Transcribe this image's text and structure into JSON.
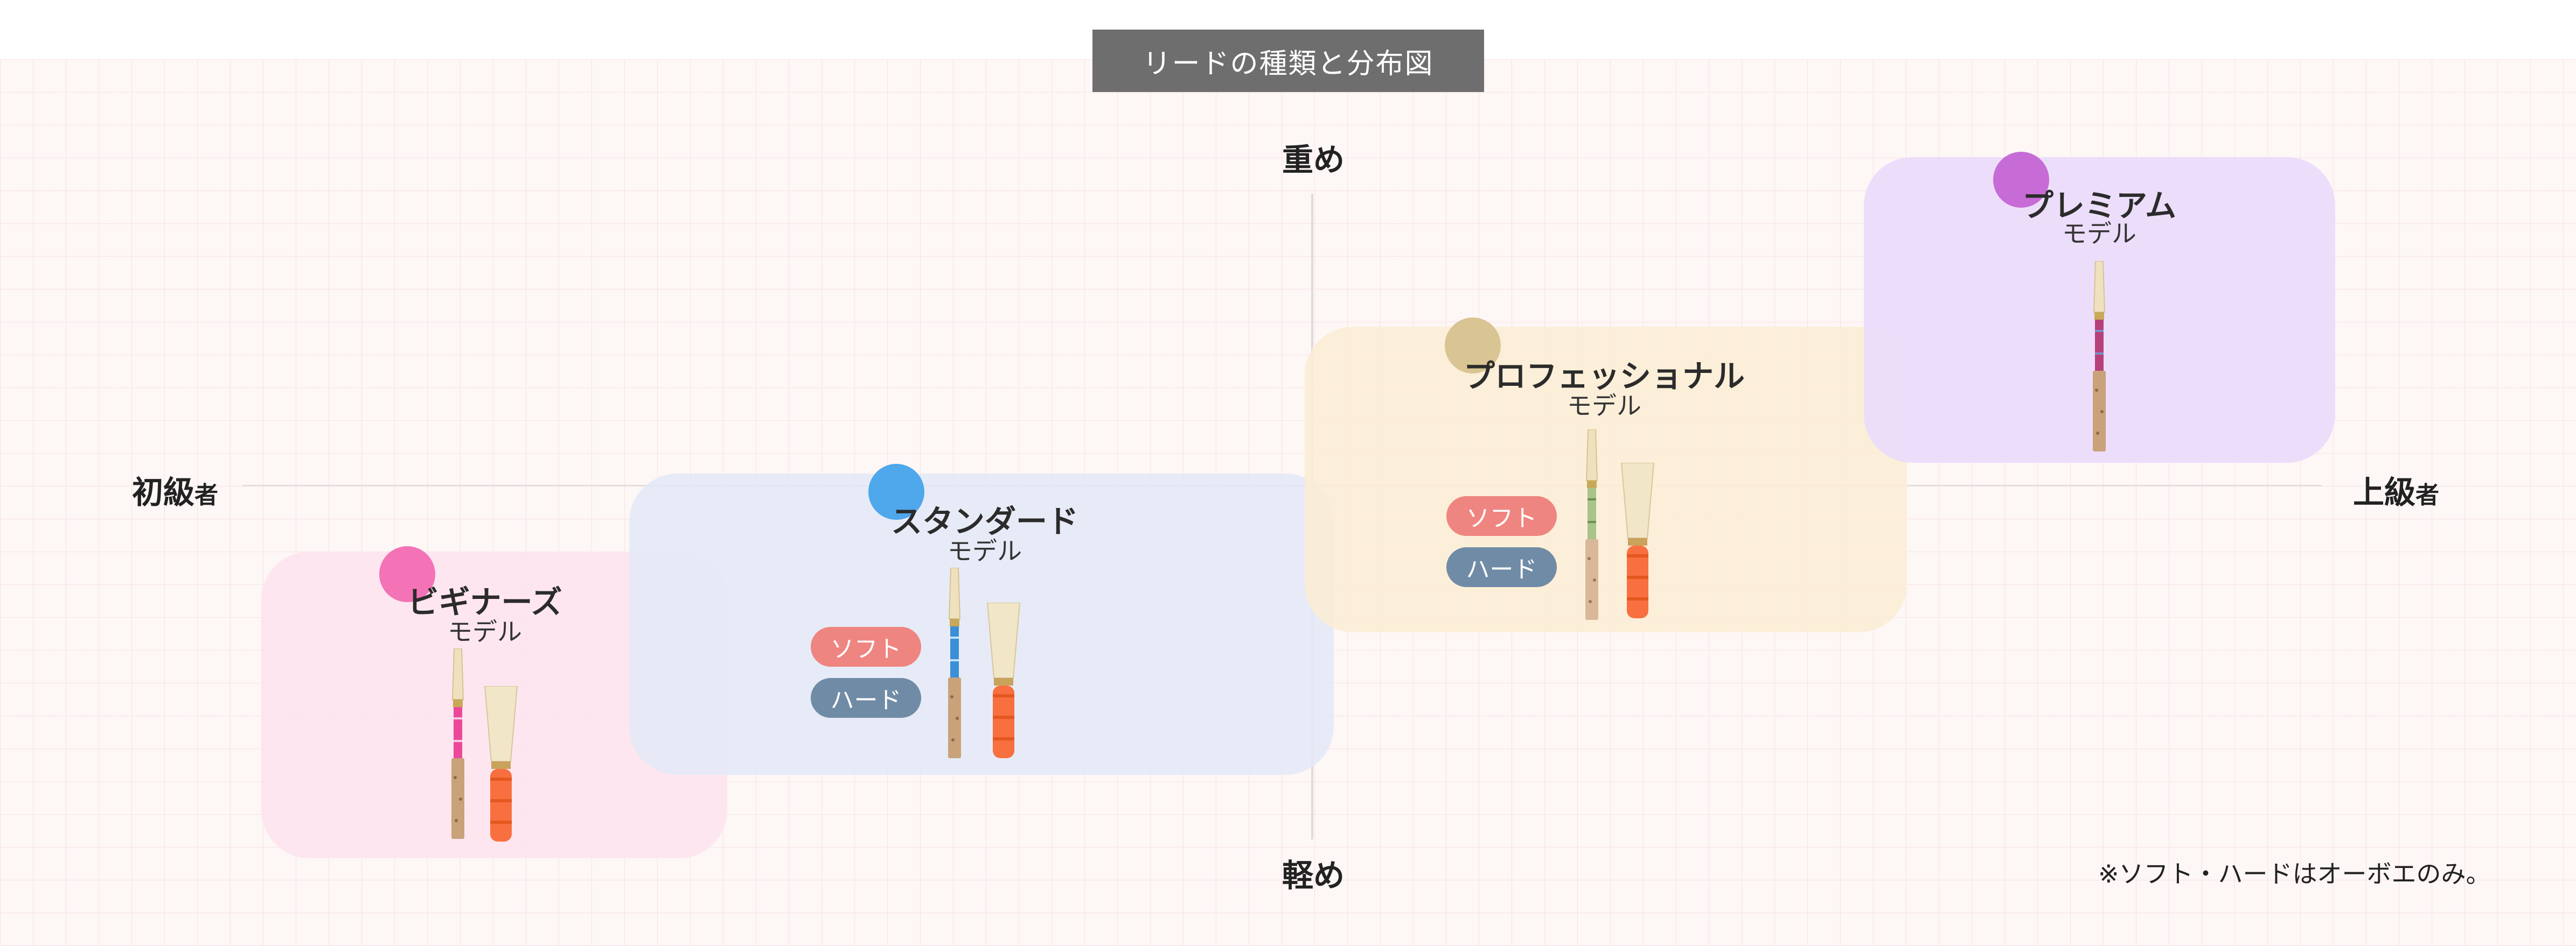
{
  "title": "リードの種類と分布図",
  "axes": {
    "top": "重め",
    "bottom": "軽め",
    "left_main": "初級",
    "left_suffix": "者",
    "right_main": "上級",
    "right_suffix": "者"
  },
  "note": "※ソフト・ハードはオーボエのみ。",
  "labels": {
    "soft": "ソフト",
    "hard": "ハード"
  },
  "models": [
    {
      "name": "ビギナーズ",
      "sub": "モデル",
      "zone_color": "#fde6f1",
      "dot_color": "#f472b6",
      "band_color": "#ec4899"
    },
    {
      "name": "スタンダード",
      "sub": "モデル",
      "zone_color": "#e6ebf7",
      "dot_color": "#4fa7ec",
      "band_color": "#3b8fd6"
    },
    {
      "name": "プロフェッショナル",
      "sub": "モデル",
      "zone_color": "#fcefd9",
      "dot_color": "#d9c493",
      "band_color": "#a8c48c"
    },
    {
      "name": "プレミアム",
      "sub": "モデル",
      "zone_color": "#ecdcfc",
      "dot_color": "#c76cd6",
      "band_color": "#b8407a"
    }
  ]
}
